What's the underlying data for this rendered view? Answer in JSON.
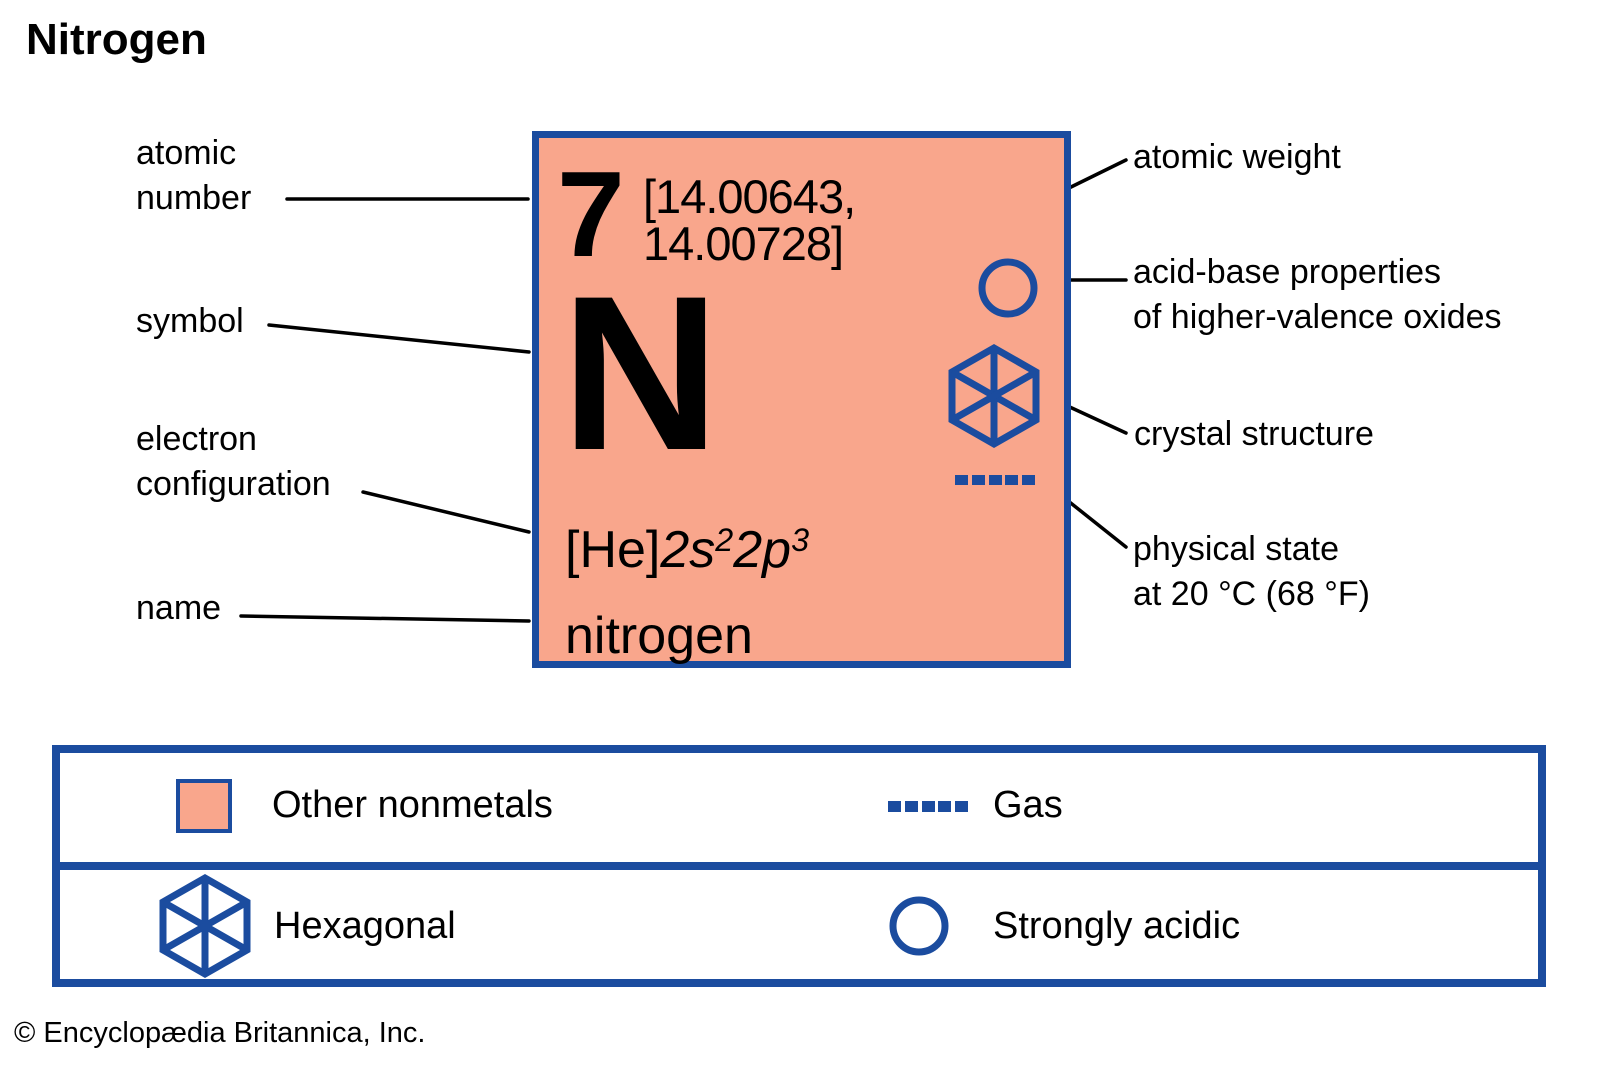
{
  "title": "Nitrogen",
  "element_card": {
    "atomic_number": "7",
    "atomic_weight": "[14.00643, 14.00728]",
    "symbol": "N",
    "electron_configuration": {
      "prefix": "[He]",
      "term1": "2s",
      "sup1": "2",
      "term2": "2p",
      "sup2": "3"
    },
    "name": "nitrogen",
    "icons": {
      "acid_base": "circle-outline",
      "crystal_structure": "hexagonal-spoked-wheel",
      "physical_state": "dashed-line"
    }
  },
  "callouts": {
    "atomic_number": "atomic\nnumber",
    "symbol": "symbol",
    "electron_configuration": "electron\nconfiguration",
    "name": "name",
    "atomic_weight": "atomic weight",
    "acid_base": "acid-base properties\nof higher-valence oxides",
    "crystal_structure": "crystal structure",
    "physical_state": "physical state\nat 20 °C (68 °F)"
  },
  "legend": {
    "rows": [
      {
        "left": {
          "icon": "other-nonmetals-swatch",
          "label": "Other nonmetals"
        },
        "right": {
          "icon": "gas-dashed-line",
          "label": "Gas"
        }
      },
      {
        "left": {
          "icon": "hexagonal-crystal-icon",
          "label": "Hexagonal"
        },
        "right": {
          "icon": "strongly-acidic-circle",
          "label": "Strongly acidic"
        }
      }
    ]
  },
  "footer": {
    "copyright": "© Encyclopædia Britannica, Inc."
  },
  "colors": {
    "accent_blue": "#1b4c9f",
    "tile_salmon": "#f9a68c",
    "text_black": "#000000",
    "background": "#ffffff"
  }
}
